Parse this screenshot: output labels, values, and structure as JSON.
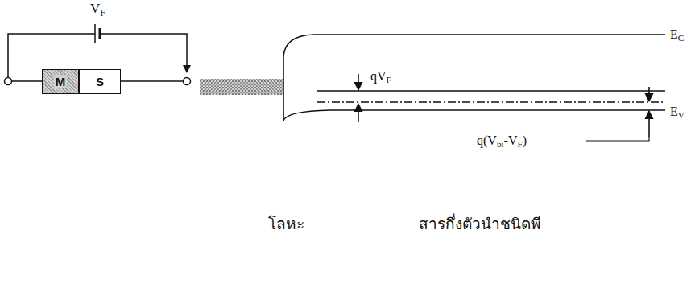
{
  "diagram": {
    "nodes": [
      {
        "text": [
          "M"
        ]
      },
      {
        "text": [
          "S"
        ]
      }
    ],
    "labels": [
      "VF",
      "EC",
      "qVF",
      "EV",
      "q(Vbi-VF)",
      "โลหะ",
      "สารกึ่งตัวนำชนิดพี"
    ]
  }
}
